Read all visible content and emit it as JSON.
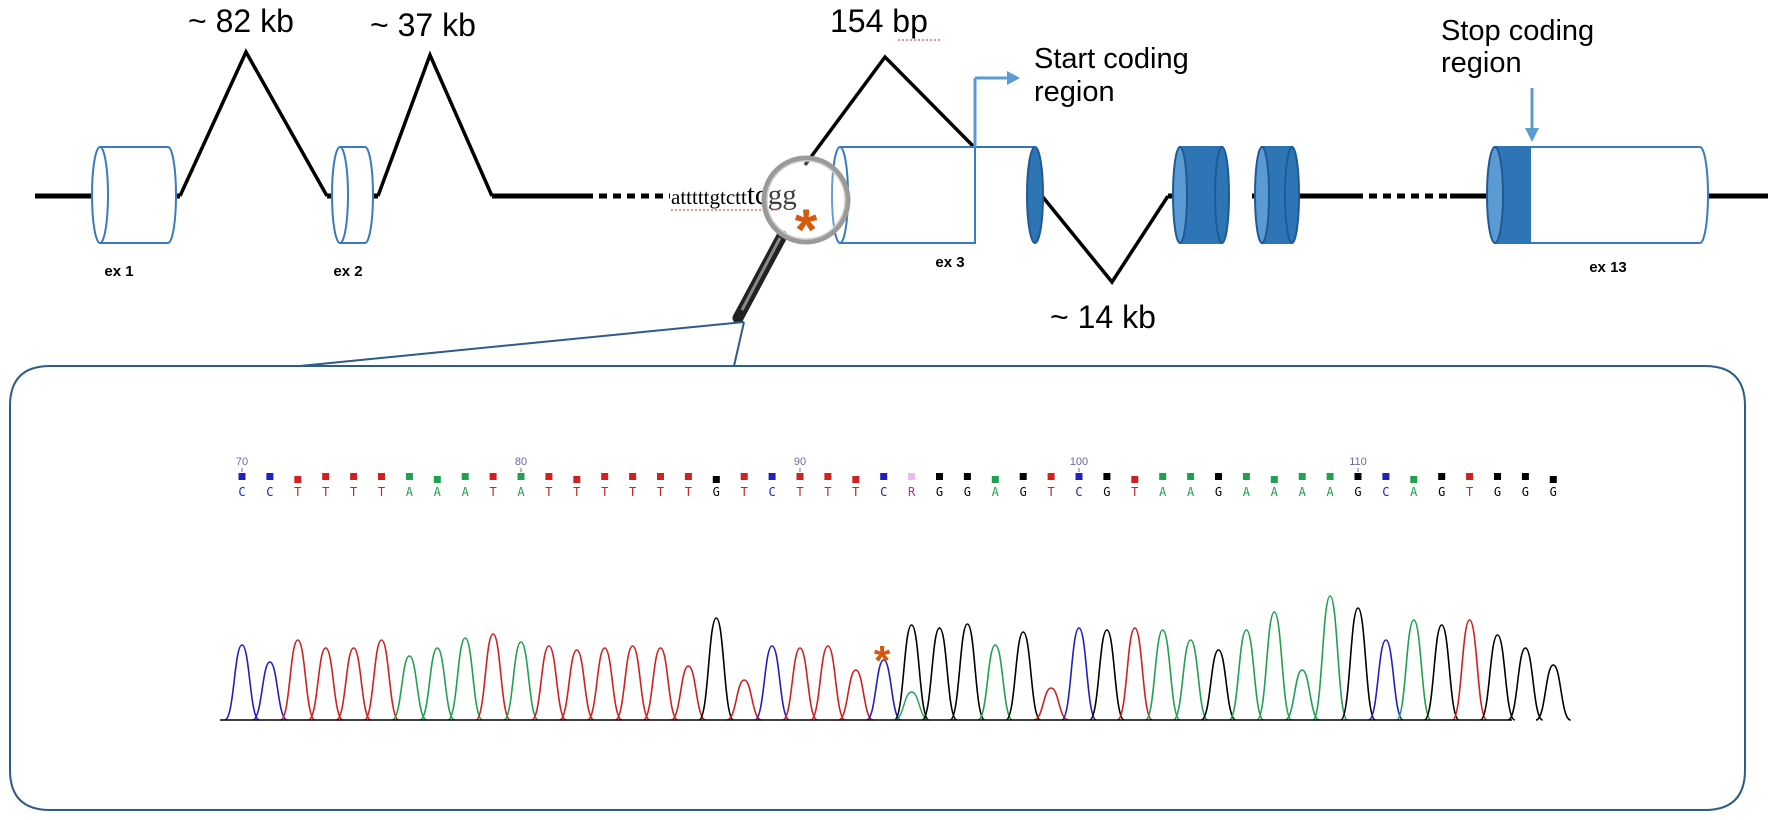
{
  "gene_structure": {
    "exons": [
      {
        "label": "ex 1"
      },
      {
        "label": "ex 2"
      },
      {
        "label": "ex 3"
      },
      {
        "label": "ex 13"
      }
    ],
    "intron_sizes": {
      "intron1": "~ 82 kb",
      "intron2": "~ 37 kb",
      "intron3": "~ 14 kb",
      "exon3_internal": "154 bp"
    },
    "annotations": {
      "start_line1": "Start coding",
      "start_line2": "region",
      "stop_line1": "Stop coding",
      "stop_line2": "region"
    },
    "sequence": {
      "intronic": "atttttgtctt",
      "big1": "tc",
      "mutant": "g",
      "big2": "g"
    },
    "mutation_marker": "*",
    "colors": {
      "exon_outline": "#3a7ac0",
      "coding_fill": "#2e75b6",
      "coding_dark": "#1f5a94",
      "arrow": "#5b9bd5",
      "mutation_red": "#e00000",
      "asterisk": "#d4590b"
    }
  },
  "chromatogram": {
    "positions": [
      "70",
      "80",
      "90",
      "100",
      "110"
    ],
    "bases": "CCTTTTAAATATTTTTTGTCTTTCRGGAGTCGTAAGAAAAGCAGTGGG",
    "base_colors": {
      "A": "#20a050",
      "C": "#2020c0",
      "G": "#000000",
      "T": "#d02020",
      "R": "#c020c0"
    },
    "marker": "*"
  }
}
